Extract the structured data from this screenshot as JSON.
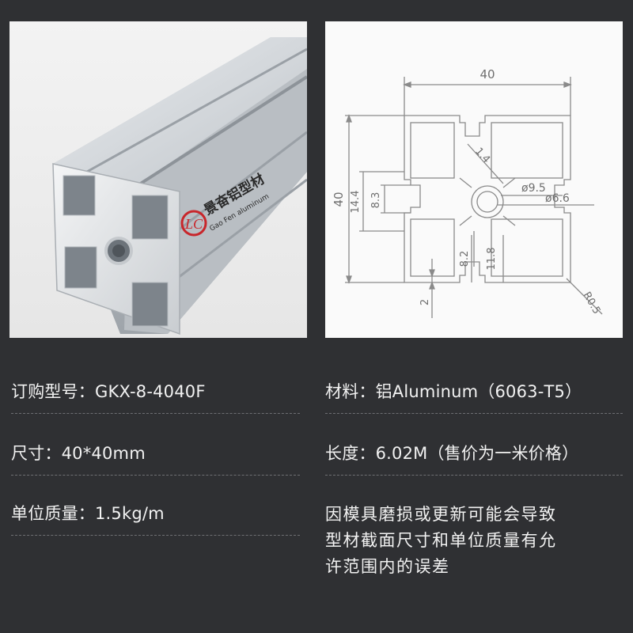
{
  "photo": {
    "brand_cn": "景奋铝型材",
    "brand_en": "Gao Fen aluminum",
    "logo_text": "LC"
  },
  "drawing": {
    "dim_width": "40",
    "dim_height": "40",
    "dim_slot": "14.4",
    "dim_slot_inner": "8.3",
    "dim_wall": "1.4",
    "dim_bore": "ø9.5",
    "dim_hole": "ø6.6",
    "dim_web": "8.2",
    "dim_web_outer": "11.8",
    "dim_thickness": "2",
    "dim_radius": "R0.5"
  },
  "specs": {
    "order_no": "订购型号：GKX-8-4040F",
    "material": "材料：铝Aluminum（6063-T5）",
    "size": "尺寸：40*40mm",
    "length": "长度：6.02M（售价为一米价格）",
    "unit_mass": "单位质量：1.5kg/m",
    "note_line1": "因模具磨损或更新可能会导致",
    "note_line2": "型材截面尺寸和单位质量有允",
    "note_line3": "许范围内的误差"
  },
  "colors": {
    "background": "#2f3033",
    "text": "#f2f2f2",
    "drawing_line": "#8a8a8a",
    "logo_red": "#c8262b"
  }
}
